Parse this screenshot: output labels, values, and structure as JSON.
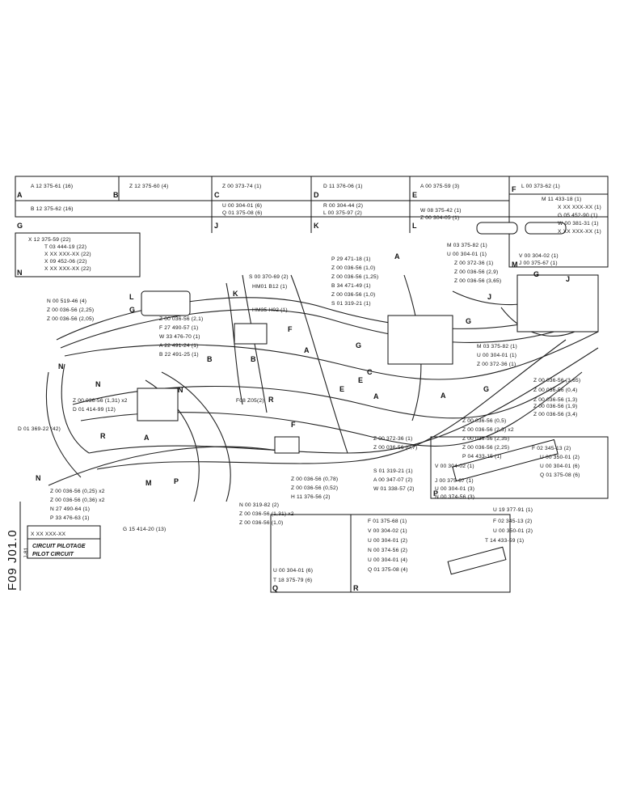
{
  "header_cells": [
    {
      "letter": "A",
      "part": "A 12 375-61 (16)"
    },
    {
      "letter": "B",
      "part": "Z 12 375-60 (4)"
    },
    {
      "letter": "C",
      "part": "Z 00 373-74 (1)"
    },
    {
      "letter": "D",
      "part": "D 11 376-06 (1)"
    },
    {
      "letter": "E",
      "part": "A 00 375-59 (3)"
    },
    {
      "letter": "F",
      "part": "L 00 373-62 (1)"
    }
  ],
  "row2": {
    "G": [
      "B 12 375-62 (16)"
    ],
    "J": [
      "U 00 304-01 (6)",
      "Q 01 375-08 (6)"
    ],
    "K": [
      "R 00 304-44 (2)",
      "L 00 375-97 (2)"
    ],
    "L": [
      "W 08 375-42 (1)",
      "Z 00 304-05 (1)"
    ]
  },
  "box_N": [
    "X 12 375-59 (22)",
    "T 03 444-19 (22)",
    "X XX XXX-XX (22)",
    "X 09 452-06 (22)",
    "X XX XXX-XX (22)"
  ],
  "box_M": [
    "M 11 433-18 (1)",
    "X XX XXX-XX (1)",
    "G 05 452-90 (1)",
    "W 00 381-31 (1)",
    "X XX XXX-XX (1)",
    "V 00 304-02 (1)",
    "J 00 375-67 (1)"
  ],
  "top_callouts": [
    "P 29 471-18 (1)",
    "Z 00 036-56 (1,0)",
    "Z 00 036-56 (1,25)",
    "B 34 471-49 (1)",
    "Z 00 036-56 (1,0)",
    "S 01 319-21 (1)"
  ],
  "top_mid": [
    "S 00 370-69 (2)",
    "HM01 B12 (1)",
    "HM35 H02 (1)"
  ],
  "top_right": [
    "M 03 375-82 (1)",
    "U 00 304-01 (1)",
    "Z 00 372-36 (1)",
    "Z 00 036-56 (2,9)",
    "Z 00 036-56 (3,65)"
  ],
  "left_callouts": [
    "N 00 519-46 (4)",
    "Z 00 036-56 (2,25)",
    "Z 00 036-56 (2,05)"
  ],
  "mid_left": [
    "Z 00 036-56 (2,1)",
    "F 27 490-57 (1)",
    "W 33 476-70 (1)",
    "A 22 491-24 (1)",
    "B 22 491-25 (1)"
  ],
  "right_mid": [
    "M 03 375-82 (1)",
    "U 00 304-01 (1)",
    "Z 00 372-36 (1)"
  ],
  "right_list": [
    "Z 00 036-56 (3,65)",
    "Z 00 036-56 (0,4)",
    "Z 00 036-56 (1,3)",
    "Z 00 036-56 (1,9)",
    "Z 00 036-56 (3,4)"
  ],
  "lower_left": [
    "Z 00 036-56 (1,31) x2",
    "D 01 414-99 (12)",
    "D 01 369-22 (42)"
  ],
  "fog": "F08 Z05(2)",
  "center_list": [
    "Z 00 036-56 (0,5)",
    "Z 00 036-56 (2,3) x2",
    "Z 00 036-56 (2,35)",
    "Z 00 036-56 (2,25)",
    "P 04 433-15 (1)"
  ],
  "center2": [
    "Z 00 372-36 (1)",
    "Z 00 036-56 (0,7)",
    "S 01 319-21 (1)",
    "A 00 347-07 (2)",
    "W 01 338-57 (2)"
  ],
  "center3": [
    "Z 00 036-56 (0,78)",
    "Z 00 036-56 (0,52)",
    "H 11 376-56 (2)"
  ],
  "bottom_mid": [
    "N 00 319-82 (2)",
    "Z 00 036-56 (1,31) x2",
    "Z 00 036-56 (1,0)"
  ],
  "bottom_left": [
    "Z 00 036-56 (0,25) x2",
    "Z 00 036-56 (0,36) x2",
    "N 27 490-64 (1)",
    "P 33 476-63 (1)"
  ],
  "g15": "G 15 414-20 (13)",
  "box_P_left": [
    "V 00 304-02 (1)",
    "J 00 375-67 (1)",
    "U 00 304-01 (3)",
    "N 00 374-56 (3)"
  ],
  "box_P_right": [
    "F 02 345-13 (2)",
    "U 00 350-01 (2)",
    "U 00 304-01 (6)",
    "Q 01 375-08 (6)",
    "U 19 377-91 (1)"
  ],
  "box_R_left": [
    "F 01 375-68 (1)",
    "V 00 304-02 (1)",
    "U 00 304-01 (2)",
    "N 00 374-56 (2)",
    "U 00 304-01 (4)",
    "Q 01 375-08 (4)"
  ],
  "box_R_right": [
    "F 02 345-13 (2)",
    "U 00 350-01 (2)",
    "T 14 433-59 (1)"
  ],
  "box_Q": [
    "U 00 304-01 (6)",
    "T 18 375-79 (6)"
  ],
  "title_code": "X XX XXX-XX",
  "title_fr": "CIRCUIT PILOTAGE",
  "title_en": "PILOT CIRCUIT",
  "drawing_no": "F09 J01.0",
  "sheet": "J-81"
}
